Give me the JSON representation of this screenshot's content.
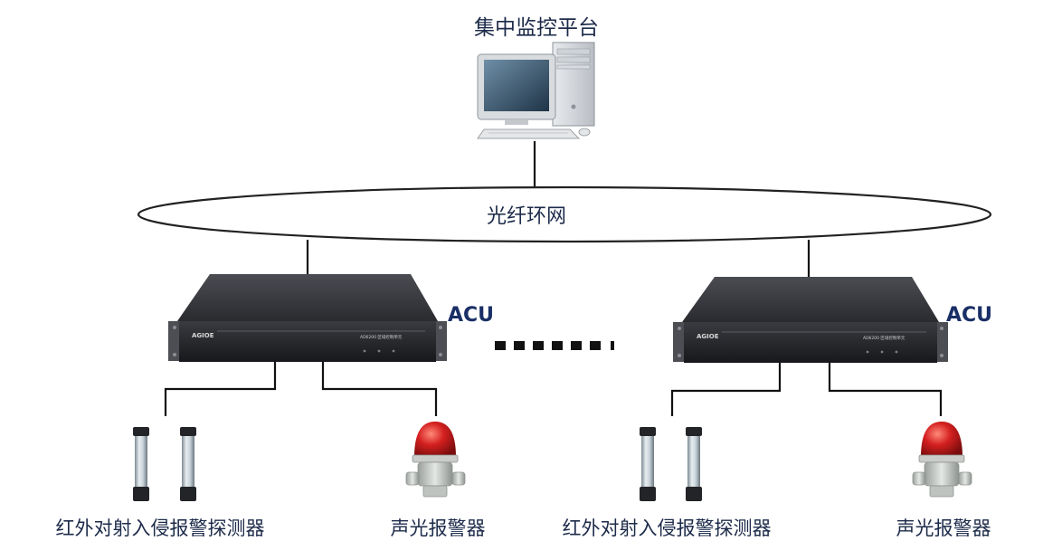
{
  "platform": {
    "label": "集中监控平台",
    "icon": "desktop-computer-icon"
  },
  "network": {
    "label": "光纤环网"
  },
  "controllers": [
    {
      "label": "ACU",
      "brand": "AGIOE",
      "model": "AD6200 区域控制单元",
      "detectors_label": "红外对射入侵报警探测器",
      "alarm_label": "声光报警器"
    },
    {
      "label": "ACU",
      "brand": "AGIOE",
      "model": "AD6200 区域控制单元",
      "detectors_label": "红外对射入侵报警探测器",
      "alarm_label": "声光报警器"
    }
  ],
  "colors": {
    "text": "#1d2b4a",
    "acu_text": "#1a2f66",
    "wire": "#111111",
    "device_body": "#2b2d31",
    "beacon_red": "#d21e1e"
  }
}
